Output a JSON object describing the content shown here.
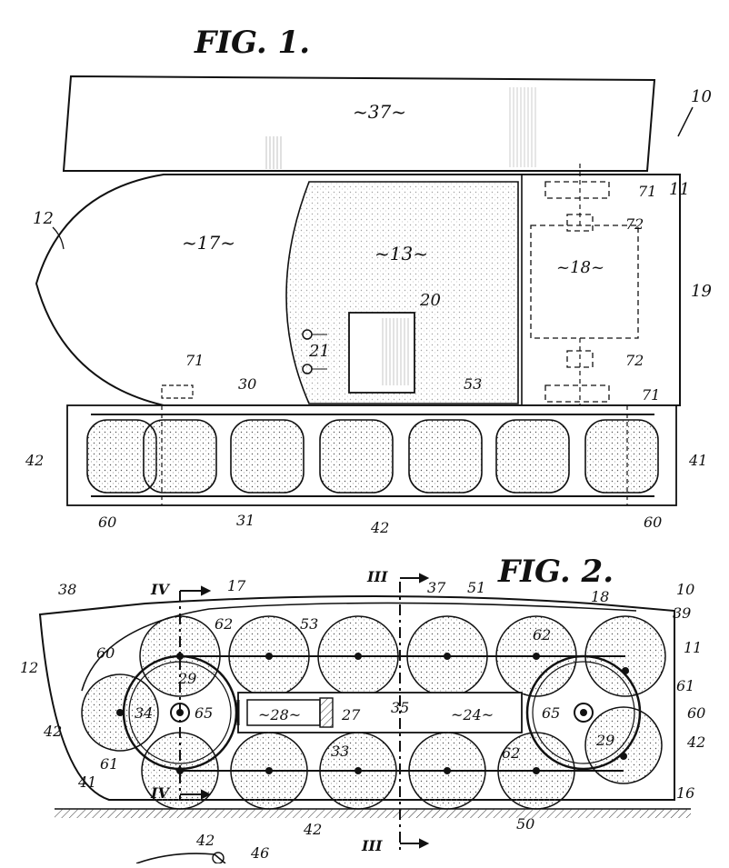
{
  "figure1": {
    "title": "FIG. 1.",
    "labels": {
      "n10": "10",
      "n11": "11",
      "n12": "12",
      "n13": "~13~",
      "n17": "~17~",
      "n18": "~18~",
      "n19": "19",
      "n20": "20",
      "n21": "21",
      "n30": "30",
      "n31": "31",
      "n37": "~37~",
      "n41": "41",
      "n42_left": "42",
      "n42_bottom": "42",
      "n53": "53",
      "n60_left": "60",
      "n60_right": "60",
      "n71_top": "71",
      "n71_left": "71",
      "n71_bottom": "71",
      "n72_top": "72",
      "n72_bottom": "72"
    }
  },
  "figure2": {
    "title": "FIG. 2.",
    "labels": {
      "n10": "10",
      "n11": "11",
      "n12": "12",
      "n16": "16",
      "n17": "17",
      "n18": "18",
      "n24": "~24~",
      "n27": "27",
      "n28": "~28~",
      "n29_left": "29",
      "n29_right": "29",
      "n33": "33",
      "n34": "34",
      "n35": "35",
      "n37": "37",
      "n38": "38",
      "n39": "39",
      "n41": "41",
      "n42_left": "42",
      "n42_right": "42",
      "n42_bottom": "42",
      "n50": "50",
      "n51": "51",
      "n53": "53",
      "n60_left": "60",
      "n60_right": "60",
      "n61_left": "61",
      "n61_right": "61",
      "n62_left": "62",
      "n62_right": "62",
      "n62_lower": "62",
      "n65_left": "65",
      "n65_right": "65",
      "sec_iv_top": "IV",
      "sec_iv_bottom": "IV",
      "sec_iii_top": "III",
      "sec_iii_bottom": "III"
    }
  },
  "figure3_partial": {
    "labels": {
      "n42": "42",
      "n46": "46"
    }
  }
}
